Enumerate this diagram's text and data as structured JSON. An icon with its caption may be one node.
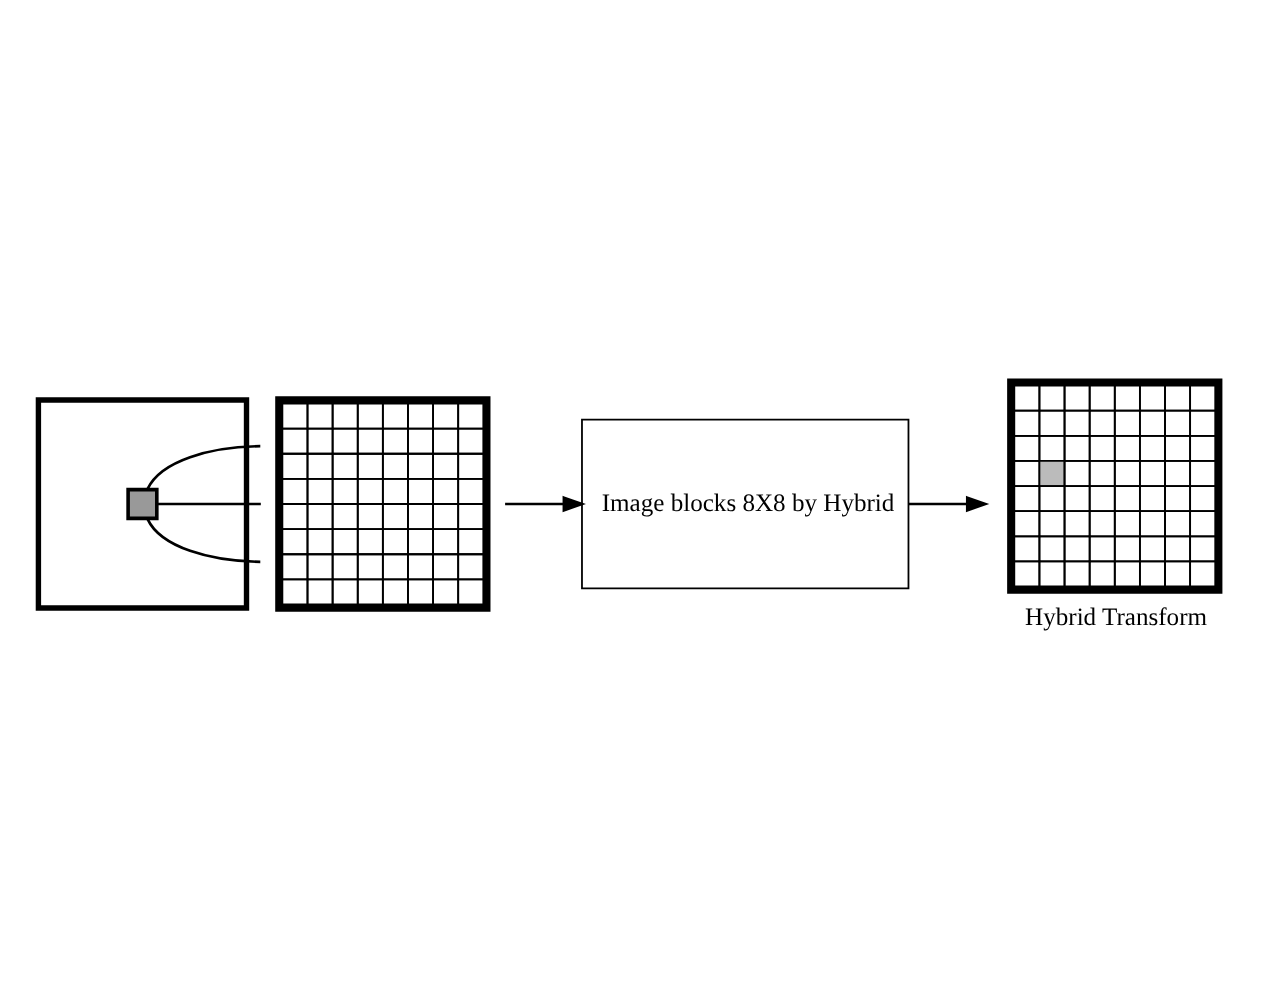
{
  "diagram": {
    "nodes": [
      {
        "text": [],
        "shape": "picture"
      },
      {
        "text": [],
        "shape": "box",
        "in": 0
      },
      {
        "text": [],
        "shape": "picture"
      },
      {
        "text": [
          "Image blocks 8X8 by Hybrid"
        ]
      },
      {
        "text": [],
        "shape": "picture",
        "beside": [
          "Hybrid Transform"
        ]
      }
    ],
    "edges": [
      {
        "from": 1,
        "to": 2,
        "arrow": "none"
      },
      {
        "from": 1,
        "to": 2,
        "arrow": "none"
      },
      {
        "from": 1,
        "to": 2,
        "arrow": "none"
      },
      {
        "from": 2,
        "to": 3,
        "arrow": "to"
      },
      {
        "from": 3,
        "to": 4,
        "arrow": "to"
      }
    ]
  }
}
